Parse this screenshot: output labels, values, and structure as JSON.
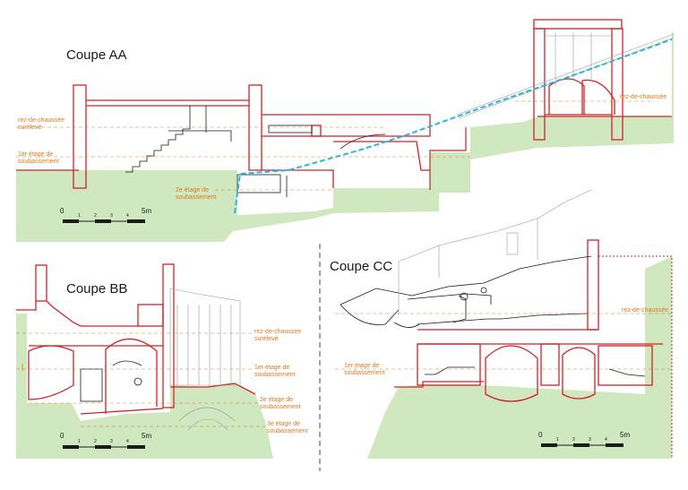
{
  "sections": {
    "aa": {
      "title": "Coupe AA",
      "levels": {
        "rdc_sureleve_l1": "rez-de-chaussée",
        "rdc_sureleve_l2": "surélevé",
        "etage1_l1": "1er étage de",
        "etage1_l2": "soubassement",
        "etage2_l1": "2e étage de",
        "etage2_l2": "soubassement",
        "rdc_right": "rez-de-chaussée"
      },
      "scale": {
        "start": "0",
        "t1": "1",
        "t2": "2",
        "t3": "3",
        "t4": "4",
        "end": "5m"
      }
    },
    "bb": {
      "title": "Coupe BB",
      "levels": {
        "rdc_sureleve_l1": "rez-de-chaussée",
        "rdc_sureleve_l2": "surélevé",
        "etage1_l1": "1er étage de",
        "etage1_l2": "soubassement",
        "etage2_l1": "2e étage de",
        "etage2_l2": "soubassement",
        "etage3_l1": "3e étage de",
        "etage3_l2": "soubassement"
      },
      "scale": {
        "start": "0",
        "t1": "1",
        "t2": "2",
        "t3": "3",
        "t4": "4",
        "end": "5m"
      }
    },
    "cc": {
      "title": "Coupe CC",
      "levels": {
        "rdc": "rez-de-chaussée",
        "etage1_l1": "1er étage de",
        "etage1_l2": "soubassement"
      },
      "scale": {
        "start": "0",
        "t1": "1",
        "t2": "2",
        "t3": "3",
        "t4": "4",
        "end": "5m"
      }
    }
  },
  "colors": {
    "ground": "#cfe8bf",
    "walls": "#d42027",
    "levels": "#e07a1f",
    "water": "#2bb6e0",
    "hidden_lines": "#9a9a9a",
    "ink": "#1a1a1a"
  }
}
